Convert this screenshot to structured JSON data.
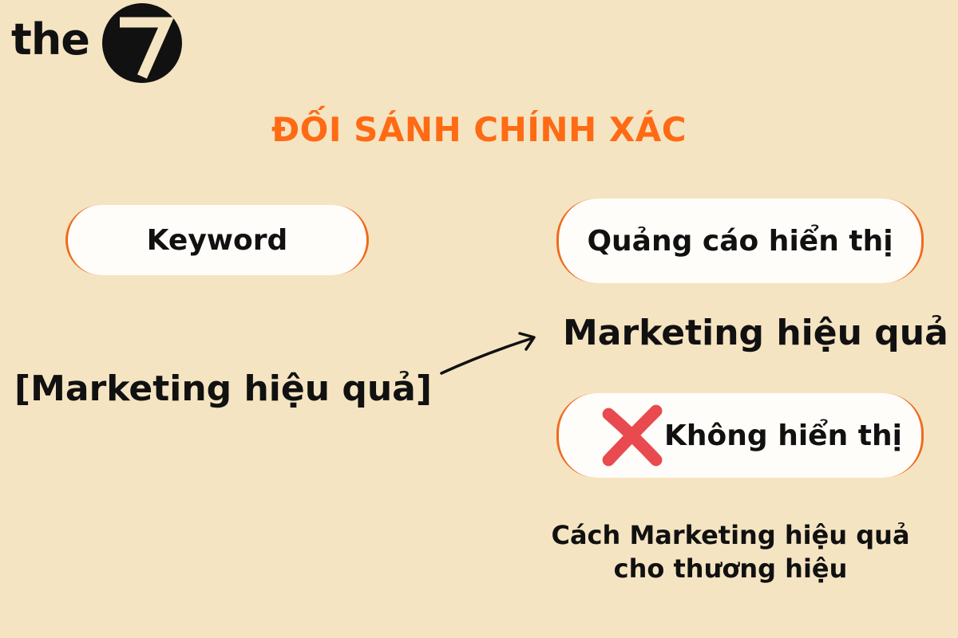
{
  "logo": {
    "text": "the",
    "mark": "7"
  },
  "title": "ĐỐI SÁNH CHÍNH XÁC",
  "keyword_pill": {
    "label": "Keyword"
  },
  "keyword_value": "[Marketing hiệu quả]",
  "display_pill": {
    "label": "Quảng cáo hiển thị"
  },
  "result_text": "Marketing hiệu quả",
  "no_display_pill": {
    "icon": "red-x-icon",
    "label": "Không hiển thị"
  },
  "caption": {
    "line1": "Cách Marketing hiệu quả",
    "line2": "cho thương hiệu"
  },
  "colors": {
    "background": "#f5e4c1",
    "accent": "#ff6a14",
    "pill_border": "#ef6a1f",
    "cross": "#e84a4f"
  }
}
